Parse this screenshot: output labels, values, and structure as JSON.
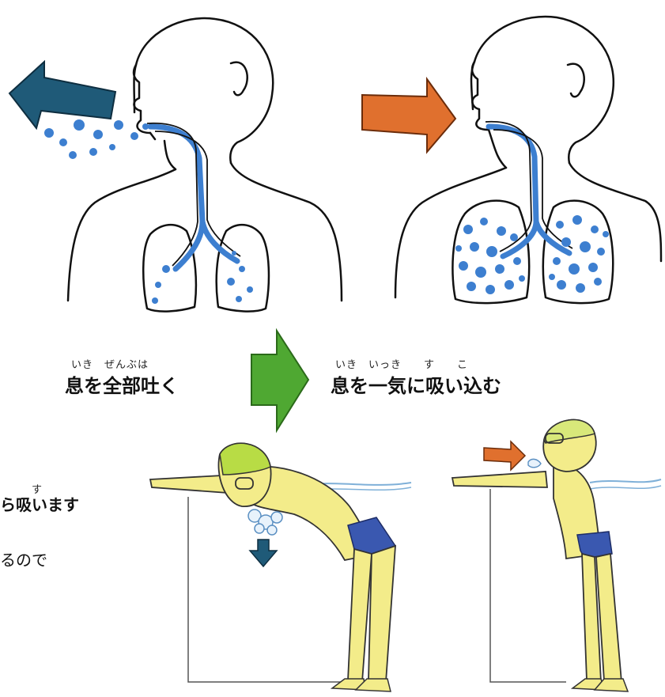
{
  "exhale": {
    "ruby": "いき　ぜんぶは",
    "text": "息を全部吐く"
  },
  "inhale": {
    "ruby": "いき　いっき　　す　　こ",
    "text": "息を一気に吸い込む"
  },
  "side_text": {
    "ruby": "す",
    "line1": "ら吸います",
    "line2": "るので"
  },
  "colors": {
    "exhale_arrow": "#1f5a78",
    "inhale_arrow": "#e0702e",
    "transition_arrow": "#4fa832",
    "air_dots": "#3d7fd0",
    "skin": "#f3ec8a",
    "cap": "#b8dc45",
    "water": "#7fb0d8"
  },
  "icons": [
    "exhale-arrow-icon",
    "inhale-arrow-icon",
    "transition-arrow-icon",
    "down-arrow-icon"
  ]
}
